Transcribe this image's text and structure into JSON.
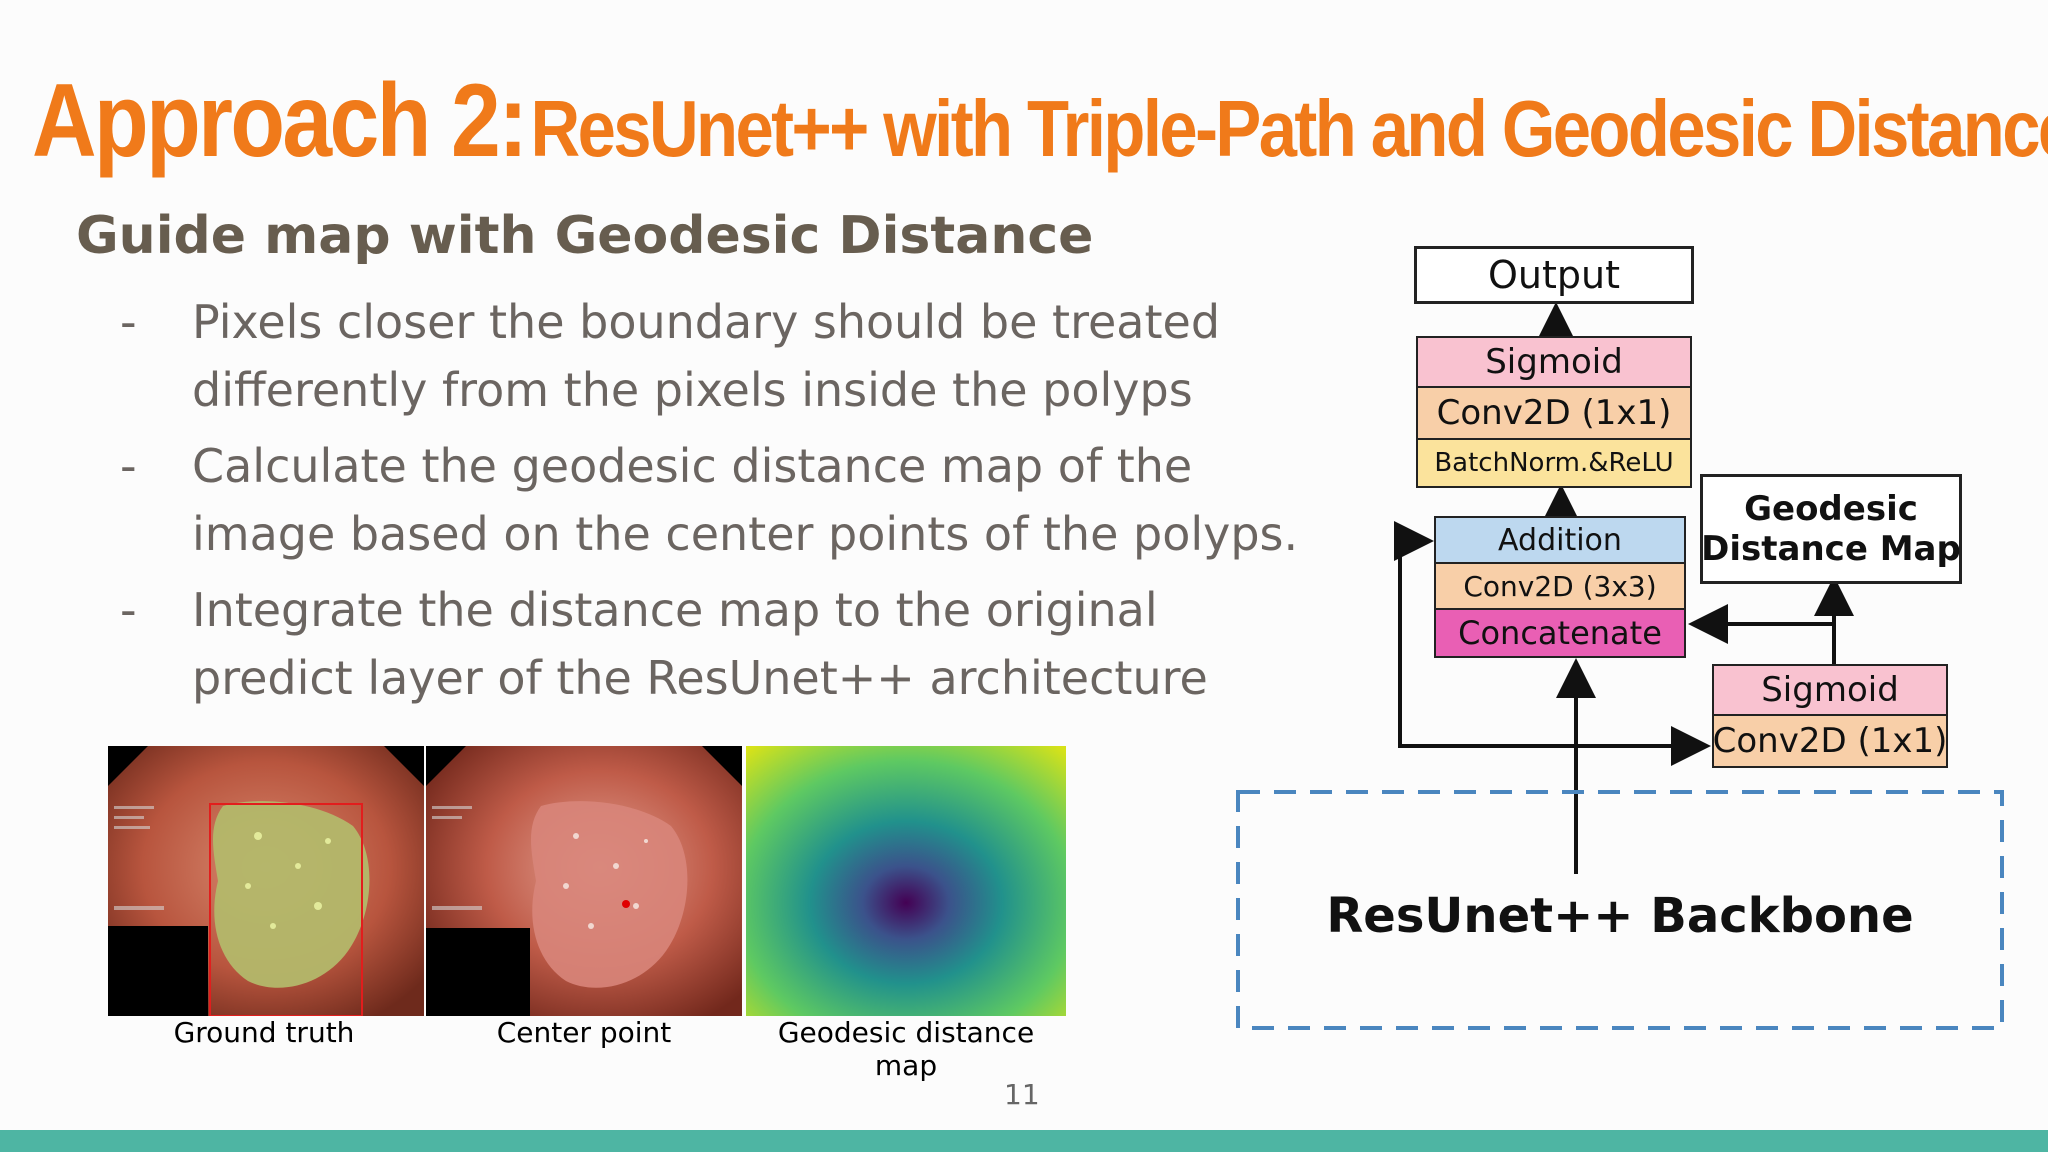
{
  "slide": {
    "title_main": "Approach 2:",
    "title_rest": "ResUnet++ with Triple-Path and Geodesic Distance",
    "subtitle": "Guide map with Geodesic Distance",
    "bullets": [
      {
        "marker": "-",
        "line1": "Pixels closer the boundary should be treated",
        "line2": "differently from the pixels inside the polyps"
      },
      {
        "marker": "-",
        "line1": "Calculate the geodesic distance map of the",
        "line2": "image based on the center points of the polyps."
      },
      {
        "marker": "-",
        "line1": "Integrate the distance map to the original",
        "line2": "predict layer of the ResUnet++ architecture"
      }
    ],
    "page_number": "11"
  },
  "images": [
    {
      "caption": "Ground truth",
      "icon": "endoscopy-ground-truth-image"
    },
    {
      "caption": "Center point",
      "icon": "endoscopy-center-point-image"
    },
    {
      "caption": "Geodesic distance map",
      "icon": "geodesic-distance-heatmap"
    }
  ],
  "diagram": {
    "output": "Output",
    "sigmoid_top": "Sigmoid",
    "conv_top": "Conv2D (1x1)",
    "batchnorm": "BatchNorm.&ReLU",
    "addition": "Addition",
    "conv3": "Conv2D (3x3)",
    "concat": "Concatenate",
    "geodesic_line1": "Geodesic",
    "geodesic_line2": "Distance Map",
    "sigmoid_right": "Sigmoid",
    "conv_right": "Conv2D (1x1)",
    "backbone": "ResUnet++ Backbone"
  },
  "colors": {
    "title": "#f07a1a",
    "pink": "#f9c2d0",
    "peach": "#f8cfa8",
    "yellow": "#fbe39c",
    "blue": "#bdd8ef",
    "magenta": "#e95fb4",
    "dash": "#4a86bf",
    "bar": "#4eb5a3"
  }
}
